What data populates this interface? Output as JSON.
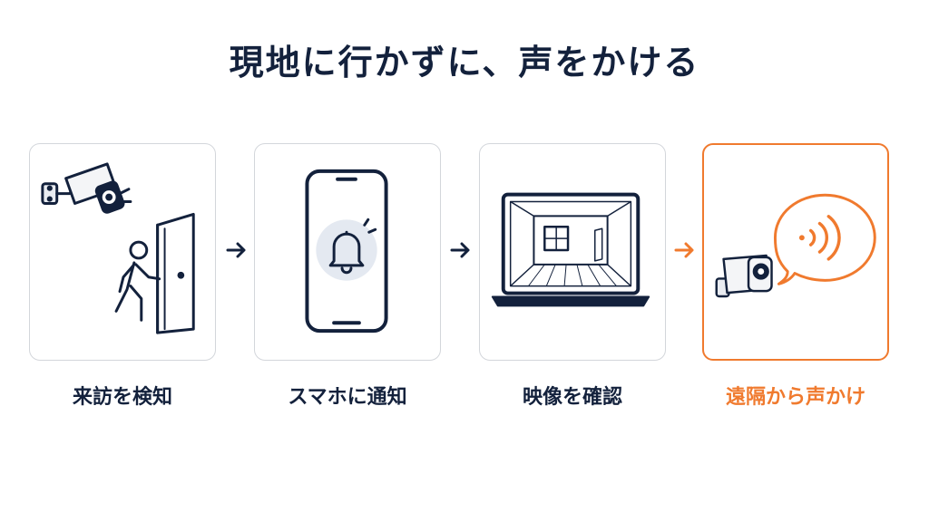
{
  "title": "現地に行かずに、声をかける",
  "colors": {
    "navy": "#13213c",
    "accent": "#f07a2e",
    "border": "#d3d6db",
    "bell_bg": "#e4e9f1"
  },
  "steps": [
    {
      "label": "来訪を検知",
      "icon": "camera-door-person-icon"
    },
    {
      "label": "スマホに通知",
      "icon": "smartphone-bell-icon"
    },
    {
      "label": "映像を確認",
      "icon": "laptop-room-view-icon"
    },
    {
      "label": "遠隔から声かけ",
      "icon": "camera-speech-sound-icon",
      "highlight": true
    }
  ]
}
